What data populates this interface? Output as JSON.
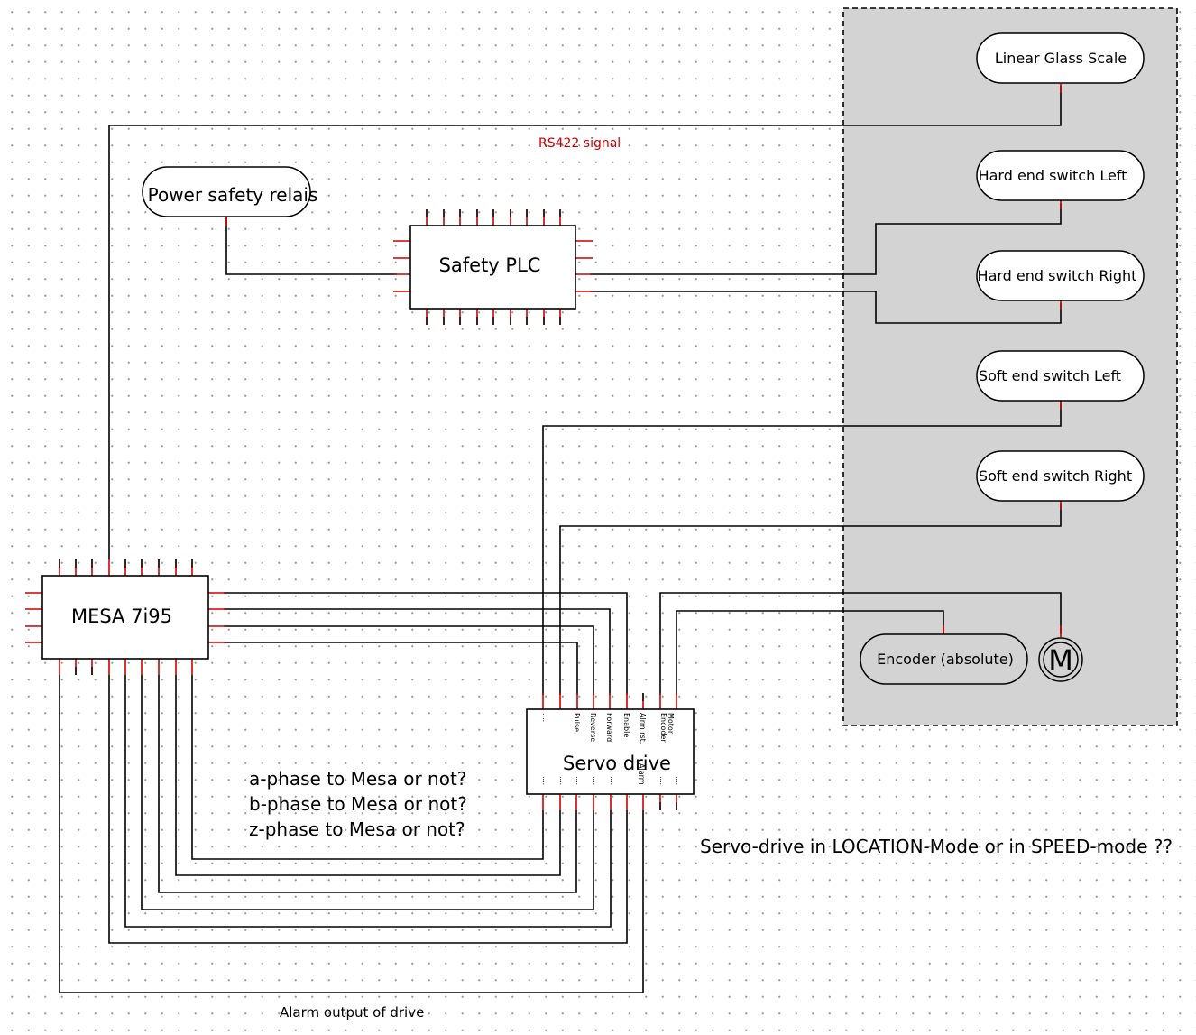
{
  "labels": {
    "rs422": "RS422 signal",
    "alarm_output": "Alarm output of drive",
    "phase_a": "a-phase to Mesa or not?",
    "phase_b": "b-phase to Mesa or not?",
    "phase_z": "z-phase to Mesa or not?",
    "servo_mode": "Servo-drive in LOCATION-Mode or in SPEED-mode ??"
  },
  "components": {
    "power_relay": "Power safety relais",
    "safety_plc": "Safety PLC",
    "mesa": "MESA 7i95",
    "servo_drive": "Servo drive",
    "linear_scale": "Linear Glass Scale",
    "hard_left": "Hard end switch Left",
    "hard_right": "Hard end switch Right",
    "soft_left": "Soft end switch Left",
    "soft_right": "Soft end switch Right",
    "encoder": "Encoder (absolute)",
    "motor_symbol": "M"
  },
  "servo_pins": {
    "top": [
      "....",
      "Pulse",
      "Reverse",
      "Forward",
      "Enable",
      "Alrm rst.",
      "Encoder",
      "Motor"
    ],
    "bottom": [
      "....",
      "....",
      "....",
      "....",
      "....",
      "Alarm",
      "....",
      "...."
    ]
  },
  "colors": {
    "wire": "#000000",
    "pin": "#cc0000",
    "group_panel": "#d3d3d3",
    "annotation_red": "#cc0000"
  }
}
